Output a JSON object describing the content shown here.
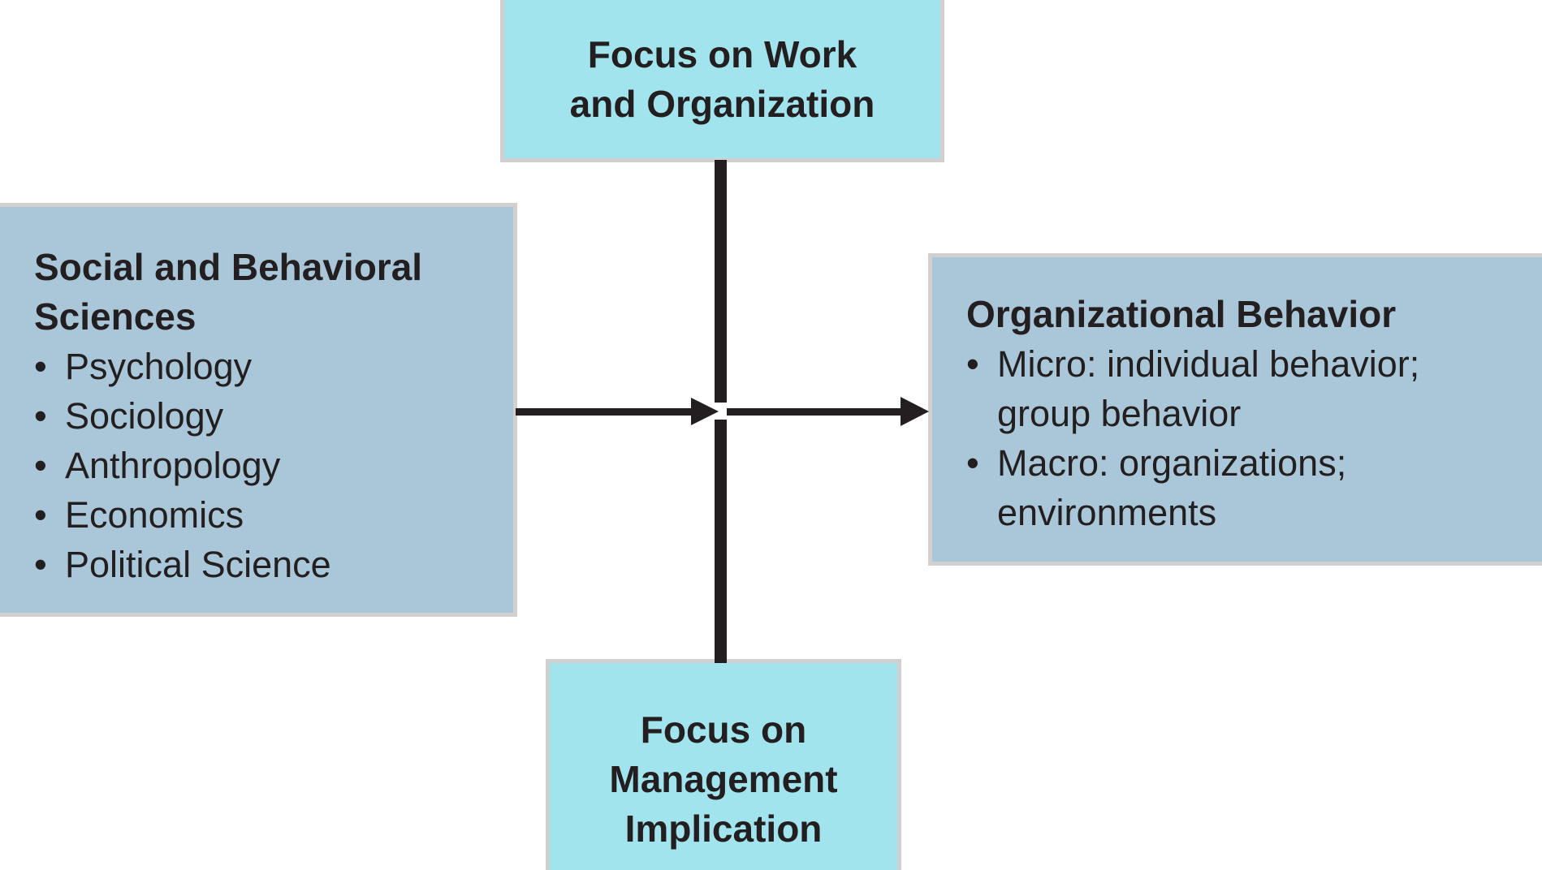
{
  "figure": {
    "type": "quadrant-diagram",
    "description": "Cross-axis diagram relating social and behavioral sciences to organizational behavior"
  },
  "colors": {
    "background": "#ffffff",
    "axis_box_fill": "#a2e4ee",
    "content_box_fill": "#a9c7d8",
    "box_border": "#d1d0ce",
    "line": "#231f20",
    "text": "#231f20"
  },
  "boxes": {
    "top": {
      "text": "Focus on Work and Organization",
      "lines": [
        "Focus on Work",
        "and Organization"
      ]
    },
    "bottom": {
      "text": "Focus on Management Implication",
      "lines": [
        "Focus on",
        "Management",
        "Implication"
      ]
    },
    "left": {
      "title": "Social and Behavioral Sciences",
      "title_lines": [
        "Social and Behavioral",
        "Sciences"
      ],
      "bullet": "•",
      "items": [
        "Psychology",
        "Sociology",
        "Anthropology",
        "Economics",
        "Political Science"
      ]
    },
    "right": {
      "title": "Organizational Behavior",
      "bullet": "•",
      "items": [
        {
          "text": "Micro: individual behavior; group behavior",
          "lines": [
            "Micro: individual behavior;",
            "group behavior"
          ]
        },
        {
          "text": "Macro: organizations; environments",
          "lines": [
            "Macro: organizations;",
            "environments"
          ]
        }
      ]
    }
  }
}
